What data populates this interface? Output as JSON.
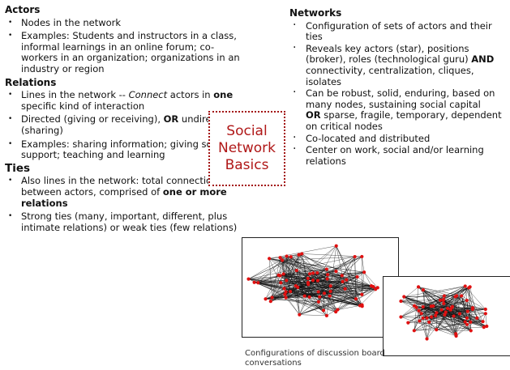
{
  "left": {
    "actors": {
      "heading": "Actors",
      "items": [
        "Nodes in the network",
        "Examples: Students and instructors in a class, informal learnings in an online forum; co-workers in an organization; organizations in an industry or region"
      ]
    },
    "relations": {
      "heading": "Relations",
      "item1_pre": "Lines in the network -- ",
      "item1_em": "Connect",
      "item1_mid": " actors in ",
      "item1_bold": "one",
      "item1_post": " specific kind of interaction",
      "item2_pre": "Directed (giving or receiving), ",
      "item2_bold": "OR",
      "item2_post": " undirected (sharing)",
      "item3": "Examples: sharing information; giving social support; teaching and learning"
    },
    "ties": {
      "heading": "Ties",
      "item1_pre": "Also lines in the network: total connection between actors, comprised of ",
      "item1_bold": "one or more relations",
      "item2": "Strong ties (many, important, different, plus intimate relations) or weak ties (few relations)"
    }
  },
  "title": {
    "line1": "Social",
    "line2": "Network",
    "line3": "Basics",
    "color": "#b01818"
  },
  "right": {
    "networks": {
      "heading": "Networks",
      "item1": "Configuration of sets of actors and their ties",
      "item2_pre": "Reveals key actors (star), positions (broker), roles (technological guru) ",
      "item2_bold": "AND",
      "item2_post": " connectivity, centralization, cliques, isolates",
      "item3_a": "Can be robust, solid, enduring, based on many nodes, sustaining social capital",
      "item3_bold": "OR",
      "item3_b": " sparse, fragile, temporary, dependent on critical nodes",
      "item4": "Co-located and distributed",
      "item5": "Center on work, social and/or learning relations"
    }
  },
  "figure": {
    "caption": "Configurations of discussion board conversations",
    "node_color": "#e01010",
    "edge_color": "#111111"
  }
}
